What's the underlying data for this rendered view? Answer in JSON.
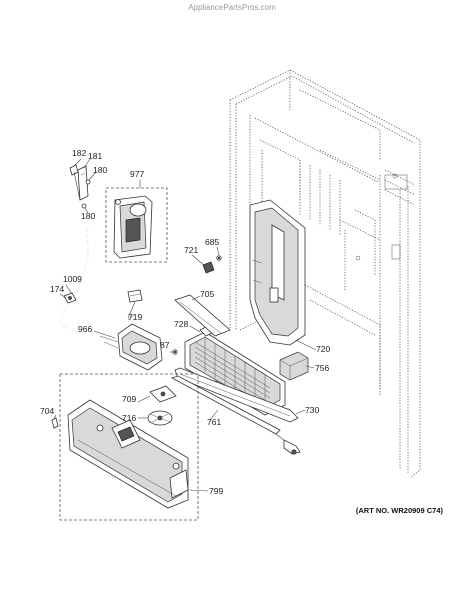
{
  "watermark": "AppliancePartsPros.com",
  "art_number": "(ART NO. WR20909 C74)",
  "callouts": {
    "c182": "182",
    "c181": "181",
    "c180a": "180",
    "c180b": "180",
    "c977": "977",
    "c721": "721",
    "c685": "685",
    "c1009": "1009",
    "c174": "174",
    "c705": "705",
    "c719": "719",
    "c966": "966",
    "c728": "728",
    "c87": "87",
    "c720": "720",
    "c756": "756",
    "c730": "730",
    "c709": "709",
    "c716": "716",
    "c704": "704",
    "c761": "761",
    "c799": "799"
  }
}
